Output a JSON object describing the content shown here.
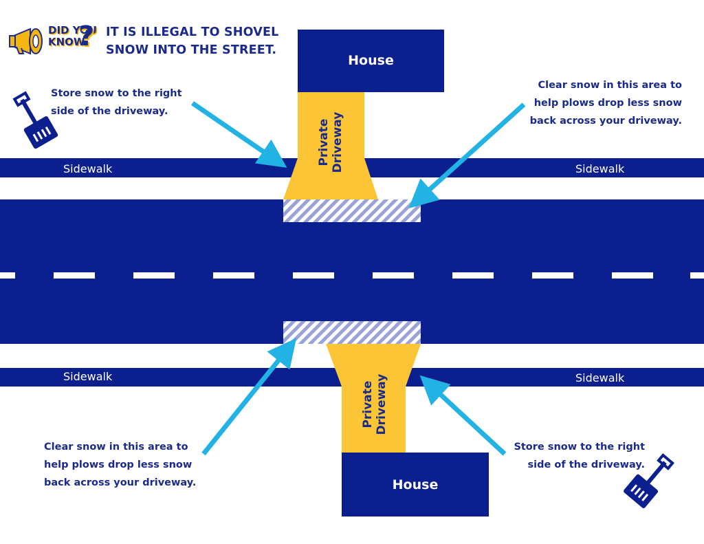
{
  "header": {
    "did_you_know_line1": "DID YOU",
    "did_you_know_line2": "KNOW",
    "question_mark": "?",
    "headline_line1": "IT IS ILLEGAL TO SHOVEL",
    "headline_line2": "SNOW INTO THE STREET.",
    "icon": "megaphone-icon"
  },
  "top": {
    "house_label": "House",
    "driveway_line1": "Private",
    "driveway_line2": "Driveway",
    "sidewalk_left": "Sidewalk",
    "sidewalk_right": "Sidewalk",
    "store_note_line1": "Store snow to the right",
    "store_note_line2": "side of the driveway.",
    "clear_note_line1": "Clear snow in this area to",
    "clear_note_line2": "help plows drop less snow",
    "clear_note_line3": "back across your driveway.",
    "shovel_icon": "shovel-icon"
  },
  "bottom": {
    "house_label": "House",
    "driveway_line1": "Private",
    "driveway_line2": "Driveway",
    "sidewalk_left": "Sidewalk",
    "sidewalk_right": "Sidewalk",
    "store_note_line1": "Store snow to the right",
    "store_note_line2": "side of the driveway.",
    "clear_note_line1": "Clear snow in this area to",
    "clear_note_line2": "help plows drop less snow",
    "clear_note_line3": "back across your driveway.",
    "shovel_icon": "shovel-icon"
  },
  "colors": {
    "navy": "#0b1f8f",
    "yellow": "#fcc535",
    "arrow": "#22b2e3",
    "white": "#ffffff"
  }
}
